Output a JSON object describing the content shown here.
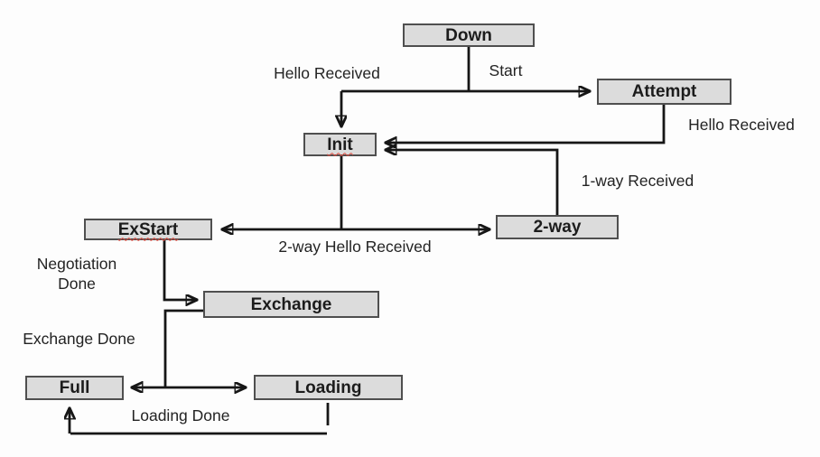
{
  "diagram": {
    "states": {
      "down": {
        "label": "Down"
      },
      "attempt": {
        "label": "Attempt"
      },
      "init": {
        "label": "Init"
      },
      "two_way": {
        "label": "2-way"
      },
      "exstart": {
        "label": "ExStart"
      },
      "exchange": {
        "label": "Exchange"
      },
      "full": {
        "label": "Full"
      },
      "loading": {
        "label": "Loading"
      }
    },
    "transitions": {
      "hello_received_top": {
        "label": "Hello Received"
      },
      "start": {
        "label": "Start"
      },
      "hello_received_attempt": {
        "label": "Hello Received"
      },
      "one_way_received": {
        "label": "1-way Received"
      },
      "two_way_hello_received": {
        "label": "2-way Hello Received"
      },
      "negotiation_done": {
        "label": "Negotiation Done"
      },
      "exchange_done": {
        "label": "Exchange Done"
      },
      "loading_done": {
        "label": "Loading Done"
      }
    },
    "colors": {
      "background": "#fdfdfd",
      "box_fill": "#dcdcdc",
      "box_border": "#4f4f4f",
      "line": "#161616",
      "text": "#1c1c1c",
      "spellcheck_underline": "#e04a3f"
    }
  }
}
